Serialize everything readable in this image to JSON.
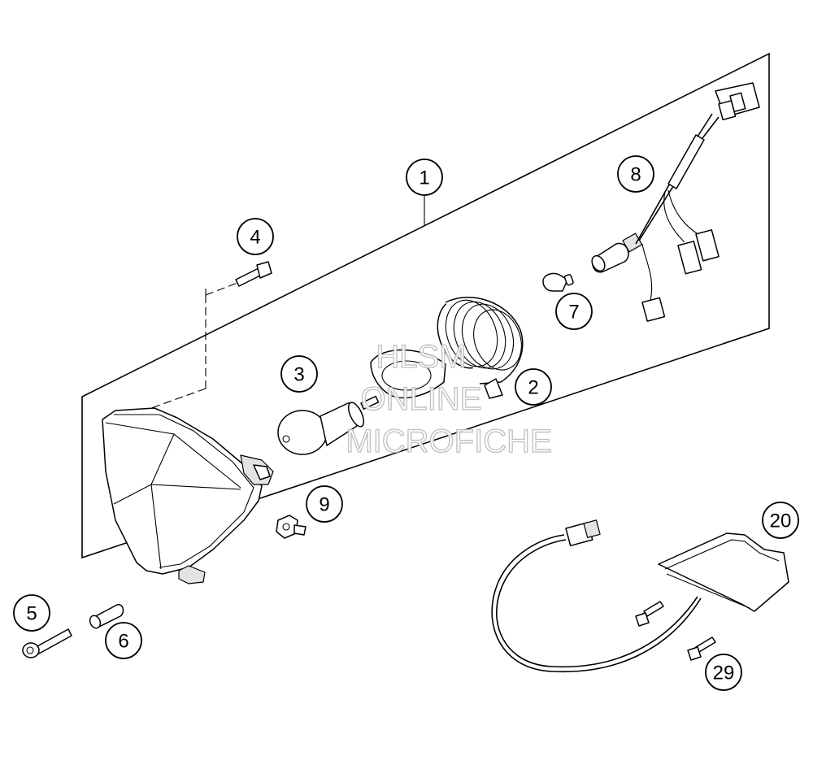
{
  "callouts": {
    "c1": "1",
    "c2": "2",
    "c3": "3",
    "c4": "4",
    "c5": "5",
    "c6": "6",
    "c7": "7",
    "c8": "8",
    "c9": "9",
    "c20": "20",
    "c29": "29"
  },
  "watermark": {
    "line1": "HLSM",
    "line2": "ONLINE",
    "line3": "MICROFICHE"
  }
}
